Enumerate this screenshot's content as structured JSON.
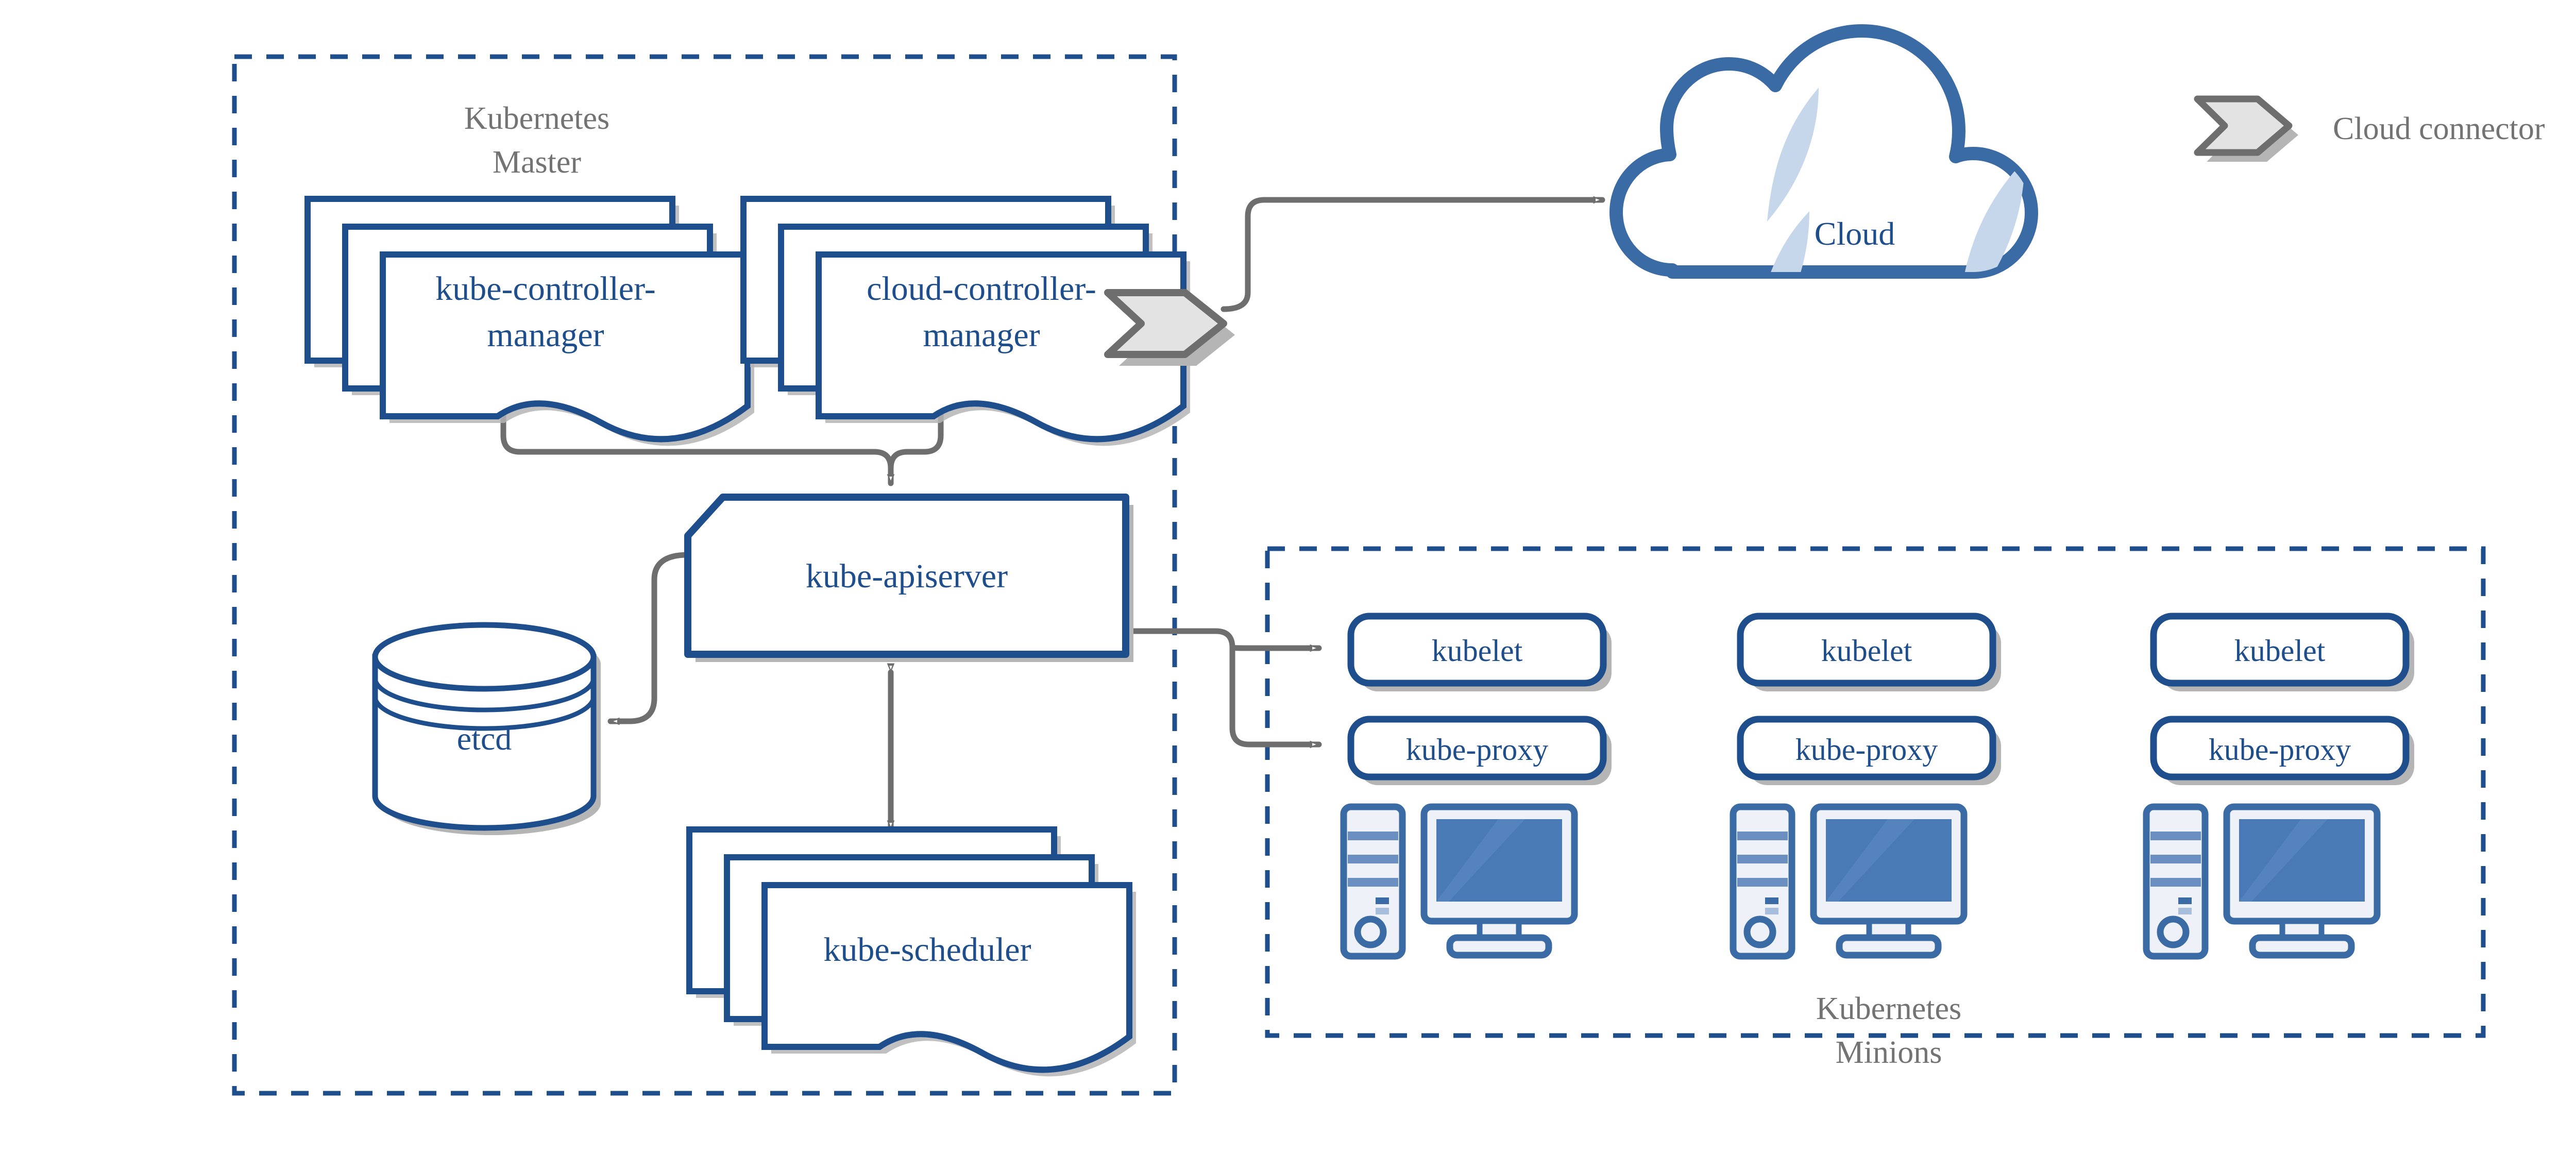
{
  "diagram": {
    "title": "Kubernetes cluster architecture",
    "type": "architecture-diagram",
    "background": "#ffffff"
  },
  "colors": {
    "doc_stroke": "#1F4E8C",
    "node_stroke": "#3A6BA5",
    "cloud_stroke": "#3A6BA5",
    "cloud_accent": "#C6D7EC",
    "dashed_border": "#1F4E8C",
    "connector_gray": "#6E6E6E",
    "shadow_gray": "#B5B5B5",
    "connector_fill": "#E3E3E3",
    "label_gray": "#737373",
    "text_blue": "#1F4E8C",
    "screen_blue": "#4A7AB5",
    "tower_band": "#6B8FC0",
    "tower_body": "#EEF2F8"
  },
  "groups": {
    "master": {
      "label_line1": "Kubernetes",
      "label_line2": "Master",
      "border_style": "dashed"
    },
    "minions": {
      "label_line1": "Kubernetes",
      "label_line2": "Minions",
      "border_style": "dashed"
    }
  },
  "legend": {
    "icon": "cloud-connector-chevron",
    "label": "Cloud connector"
  },
  "components": {
    "kube_controller_manager": {
      "label_line1": "kube-controller-",
      "label_line2": "manager",
      "shape": "document-stack"
    },
    "cloud_controller_manager": {
      "label_line1": "cloud-controller-",
      "label_line2": "manager",
      "shape": "document-stack"
    },
    "kube_apiserver": {
      "label": "kube-apiserver",
      "shape": "chamfered-box"
    },
    "etcd": {
      "label": "etcd",
      "shape": "cylinder"
    },
    "kube_scheduler": {
      "label": "kube-scheduler",
      "shape": "document-stack"
    },
    "cloud": {
      "label": "Cloud",
      "shape": "cloud"
    }
  },
  "minion_nodes": [
    {
      "kubelet": "kubelet",
      "kube_proxy": "kube-proxy",
      "machine": "desktop-computer"
    },
    {
      "kubelet": "kubelet",
      "kube_proxy": "kube-proxy",
      "machine": "desktop-computer"
    },
    {
      "kubelet": "kubelet",
      "kube_proxy": "kube-proxy",
      "machine": "desktop-computer"
    }
  ],
  "connectors": [
    {
      "from": "kube-controller-manager",
      "to": "kube-apiserver",
      "direction": "one-way"
    },
    {
      "from": "cloud-controller-manager",
      "to": "kube-apiserver",
      "direction": "one-way"
    },
    {
      "from": "kube-apiserver",
      "to": "etcd",
      "direction": "two-way"
    },
    {
      "from": "kube-apiserver",
      "to": "kube-scheduler",
      "direction": "two-way"
    },
    {
      "from": "cloud-controller-manager",
      "to": "Cloud",
      "direction": "one-way"
    },
    {
      "from": "kube-apiserver",
      "to": "kubelet",
      "direction": "two-way"
    },
    {
      "from": "kube-apiserver",
      "to": "kube-proxy",
      "direction": "two-way"
    }
  ]
}
